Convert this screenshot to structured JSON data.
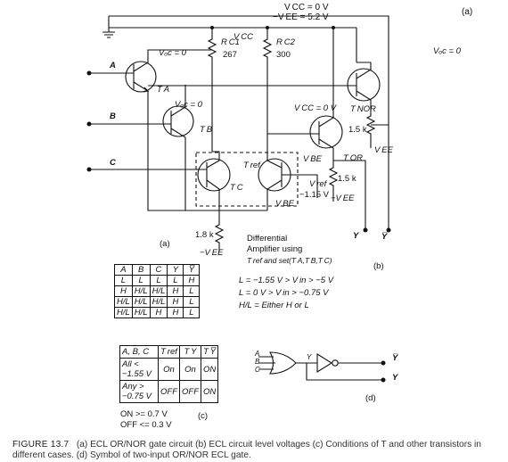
{
  "header": {
    "vcc": "V CC = 0 V",
    "vee": "−V EE = 5.2 V",
    "panel_a_top": "(a)"
  },
  "labels": {
    "input_a": "A",
    "input_b": "B",
    "input_c": "C",
    "voc_a": "Vₒc = 0",
    "voc_b": "Vₒc = 0",
    "voc_nor": "Vₒc = 0",
    "rc1": "R C1",
    "rc1_val": "267",
    "vcc_mid": "V CC",
    "rc2": "R C2",
    "rc2_val": "300",
    "ta": "T A",
    "tb": "T B",
    "tc": "T C",
    "tref": "T ref",
    "tnor": "T NOR",
    "tor": "T OR",
    "vcc_tor": "V CC = 0 V",
    "r_nor": "1.5 k",
    "vee_nor": "V EE",
    "vbe_tor": "V BE",
    "vref": "V ref",
    "vref_val": "−1.15 V",
    "r_or": "1.5 k",
    "vee_or": "−V EE",
    "vbe_ref": "V BE",
    "r_emitter": "1.8 k",
    "vee_emitter": "−V EE",
    "panel_a": "(a)",
    "diff_amp_1": "Differential",
    "diff_amp_2": "Amplifier using",
    "diff_amp_3": "T ref and set(T A,T B,T C)",
    "out_y": "Y",
    "out_ybar": "Y̅",
    "panel_b": "(b)",
    "l_range": "L = −1.55 V > V in > −5 V",
    "h_range": "L = 0 V > V in > −0.75 V",
    "hl_note": "H/L = Either H or L",
    "panel_c": "(c)",
    "on_note": "ON >= 0.7 V",
    "off_note": "OFF <= 0.3 V",
    "sym_a": "A",
    "sym_b": "B",
    "sym_c": "C",
    "sym_y": "Y",
    "sym_ybar": "Y̅",
    "sym_yout": "Y",
    "panel_d": "(d)"
  },
  "truth_table": {
    "headers": [
      "A",
      "B",
      "C",
      "Y",
      "Y̅"
    ],
    "rows": [
      [
        "L",
        "L",
        "L",
        "L",
        "H"
      ],
      [
        "H",
        "H/L",
        "H/L",
        "H",
        "L"
      ],
      [
        "H/L",
        "H/L",
        "H/L",
        "H",
        "L"
      ],
      [
        "H/L",
        "H/L",
        "H",
        "H",
        "L"
      ]
    ]
  },
  "conditions_table": {
    "headers": [
      "A, B, C",
      "T ref",
      "T Y",
      "T Y̅"
    ],
    "rows": [
      [
        "All < −1.55 V",
        "On",
        "On",
        "ON"
      ],
      [
        "Any > −0.75 V",
        "OFF",
        "OFF",
        "ON"
      ]
    ]
  },
  "caption": {
    "label": "FIGURE 13.7",
    "text": "(a) ECL OR/NOR gate circuit (b) ECL circuit level voltages (c) Conditions of T and other transistors in different cases. (d) Symbol of two-input OR/NOR ECL gate."
  }
}
